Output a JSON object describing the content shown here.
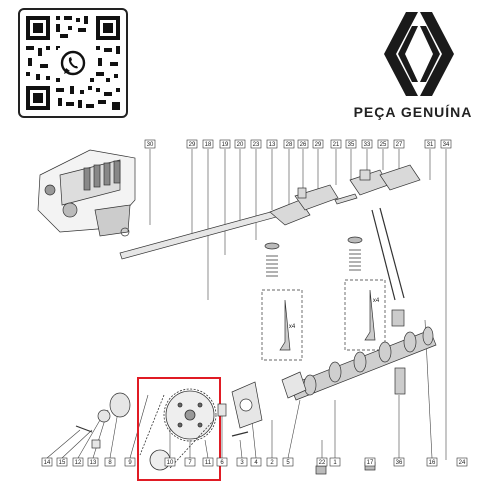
{
  "brand": {
    "tagline": "PEÇA GENUÍNA"
  },
  "top_callouts": [
    "30",
    "29",
    "18",
    "19",
    "20",
    "23",
    "13",
    "28",
    "26",
    "29",
    "21",
    "35",
    "33",
    "25",
    "27",
    "31",
    "34"
  ],
  "bottom_callouts": [
    "14",
    "15",
    "12",
    "13",
    "8",
    "9",
    "10",
    "7",
    "11",
    "6",
    "3",
    "4",
    "2",
    "5",
    "22",
    "1",
    "17",
    "36",
    "16",
    "24"
  ],
  "qr_icon": "whatsapp-icon",
  "highlight_color": "#e01b24"
}
